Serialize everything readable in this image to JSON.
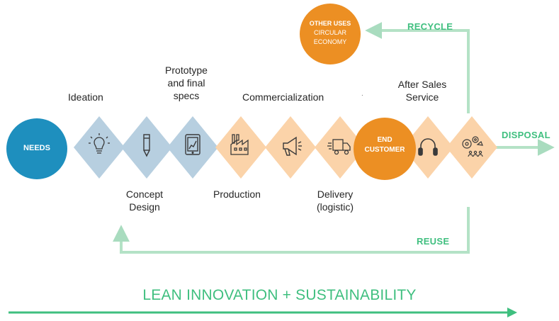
{
  "colors": {
    "blue_shape": "#b7cfe0",
    "orange_shape": "#fbd3a9",
    "needs_circle": "#1e8fbe",
    "orange_circle": "#ec8f23",
    "green": "#3fbf7f",
    "icon_stroke": "#3a3a3a"
  },
  "circles": {
    "needs": "NEEDS",
    "end_customer_line1": "END",
    "end_customer_line2": "CUSTOMER",
    "other_uses_line1": "OTHER USES",
    "other_uses_line2": "CIRCULAR",
    "other_uses_line3": "ECONOMY"
  },
  "stages": [
    {
      "icon": "lightbulb-icon",
      "phase": "blue"
    },
    {
      "icon": "pencil-icon",
      "phase": "blue"
    },
    {
      "icon": "tablet-chart-icon",
      "phase": "blue"
    },
    {
      "icon": "factory-icon",
      "phase": "orange"
    },
    {
      "icon": "megaphone-icon",
      "phase": "orange"
    },
    {
      "icon": "delivery-truck-icon",
      "phase": "orange"
    },
    {
      "icon": "headset-icon",
      "phase": "orange"
    },
    {
      "icon": "gears-people-icon",
      "phase": "orange"
    }
  ],
  "labels": {
    "ideation": "Ideation",
    "prototype_l1": "Prototype",
    "prototype_l2": "and final",
    "prototype_l3": "specs",
    "commercialization": "Commercialization",
    "after_sales_l1": "After Sales",
    "after_sales_l2": "Service",
    "concept_l1": "Concept",
    "concept_l2": "Design",
    "production": "Production",
    "delivery_l1": "Delivery",
    "delivery_l2": "(logistic)",
    "small_dot": "."
  },
  "flows": {
    "recycle": "RECYCLE",
    "disposal": "DISPOSAL",
    "reuse": "REUSE"
  },
  "footer": "LEAN INNOVATION + SUSTAINABILITY"
}
